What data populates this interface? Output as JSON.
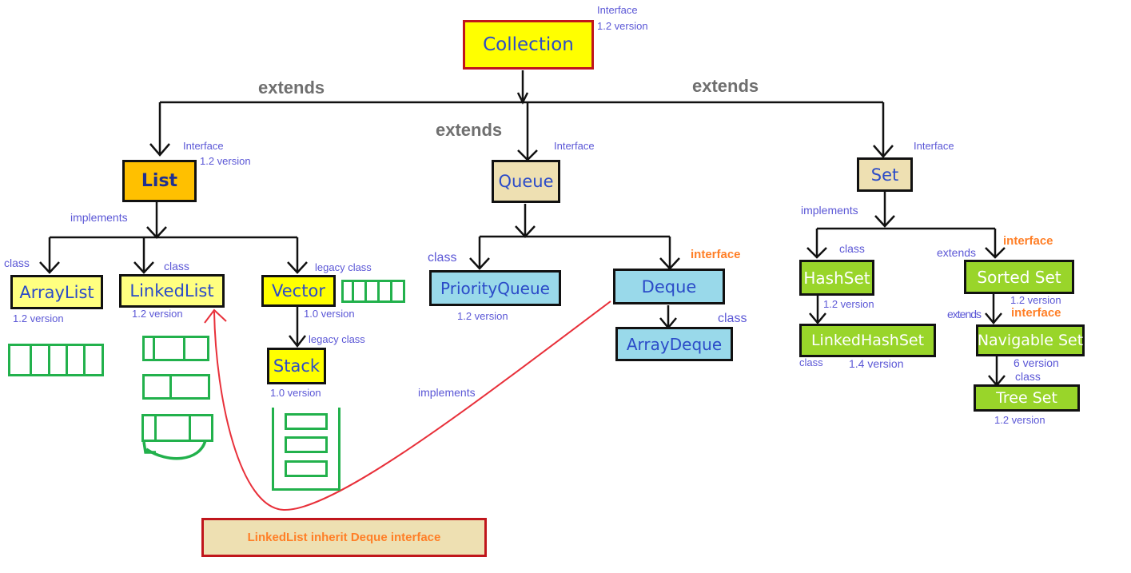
{
  "nodes": {
    "collection": "Collection",
    "list": "List",
    "queue": "Queue",
    "set": "Set",
    "arraylist": "ArrayList",
    "linkedlist": "LinkedList",
    "vector": "Vector",
    "stack": "Stack",
    "priorityqueue": "PriorityQueue",
    "deque": "Deque",
    "arraydeque": "ArrayDeque",
    "hashset": "HashSet",
    "linkedhashset": "LinkedHashSet",
    "sortedset": "Sorted Set",
    "navigableset": "Navigable Set",
    "treeset": "Tree Set"
  },
  "labels": {
    "collection_interface": "Interface",
    "collection_version": "1.2 version",
    "extends_left": "extends",
    "extends_right": "extends",
    "extends_mid": "extends",
    "list_interface": "Interface",
    "list_version": "1.2 version",
    "queue_interface": "Interface",
    "set_interface": "Interface",
    "list_implements": "implements",
    "arraylist_class": "class",
    "arraylist_version": "1.2 version",
    "linkedlist_class": "class",
    "linkedlist_version": "1.2 version",
    "vector_legacy": "legacy class",
    "vector_version": "1.0 version",
    "stack_legacy": "legacy class",
    "stack_version": "1.0 version",
    "pq_class": "class",
    "pq_version": "1.2 version",
    "deque_interface": "interface",
    "arraydeque_class": "class",
    "set_implements": "implements",
    "hashset_class": "class",
    "hashset_version": "1.2 version",
    "lhs_class": "class",
    "lhs_version": "1.4 version",
    "sortedset_extends": "extends",
    "sortedset_interface": "interface",
    "sortedset_version": "1.2 version",
    "navset_extends": "extends",
    "navset_interface": "interface",
    "navset_version": "6 version",
    "treeset_class": "class",
    "treeset_version": "1.2 version",
    "deque_implements": "implements"
  },
  "note": "LinkedList inherit Deque interface",
  "colors": {
    "yellow": "#ffff00",
    "orange_box": "#ffc000",
    "tan": "#eee0b2",
    "light_blue": "#99d9ea",
    "lime": "#99d52a",
    "green": "#22b14c",
    "red": "#e8303a",
    "label_blue": "#5b57d6",
    "label_orange": "#ff7f27"
  }
}
